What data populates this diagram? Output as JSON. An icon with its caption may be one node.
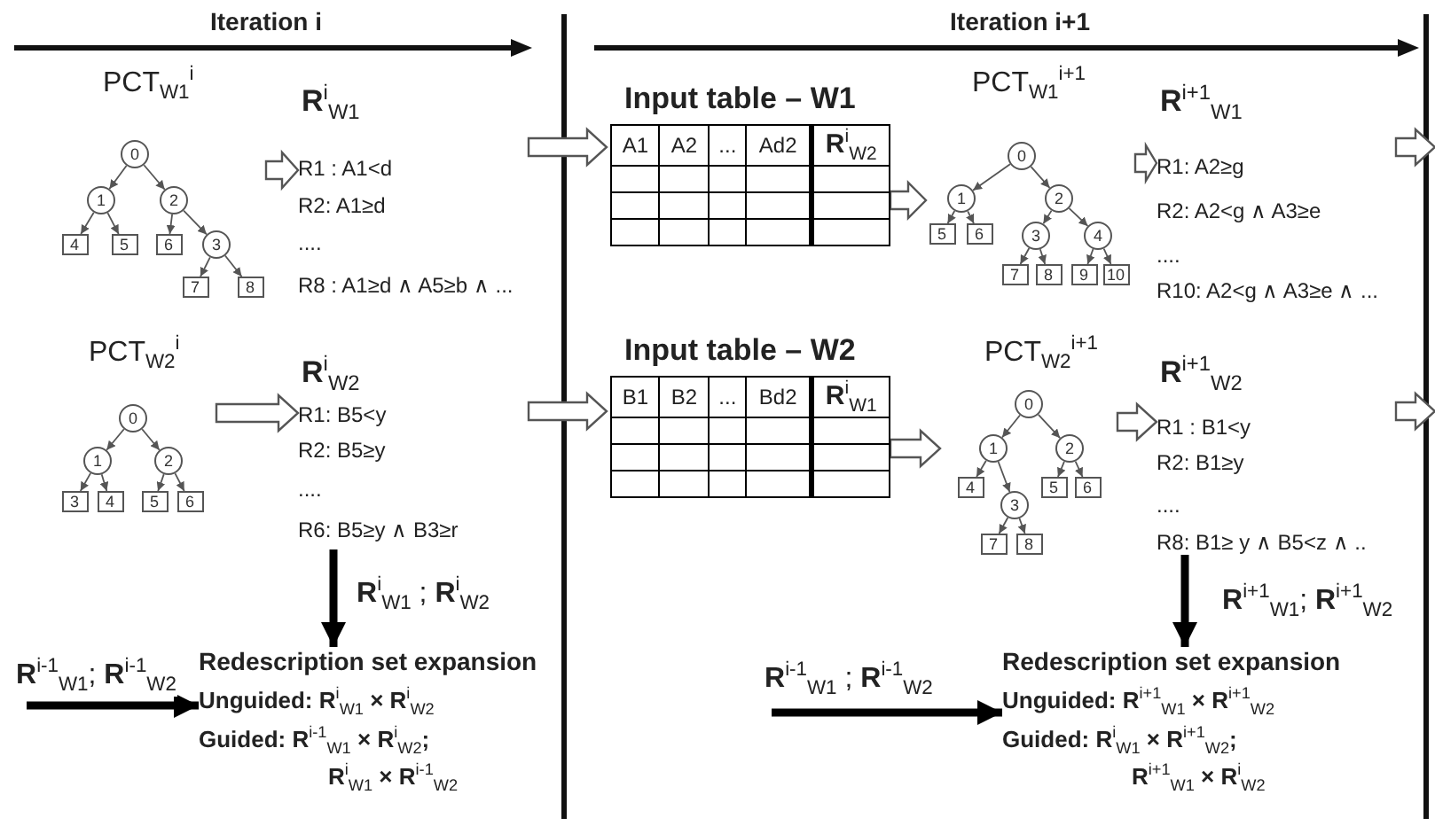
{
  "diagram": {
    "nodes": [
      {
        "text": [
          "PCT$_{W1}$$^{i}$"
        ]
      },
      {
        "text": [
          "0"
        ],
        "in": 0
      },
      {
        "text": [
          "1"
        ],
        "in": 0
      },
      {
        "text": [
          "2"
        ],
        "in": 0
      },
      {
        "text": [
          "4"
        ],
        "in": 0
      },
      {
        "text": [
          "5"
        ],
        "in": 0
      },
      {
        "text": [
          "6"
        ],
        "in": 0
      },
      {
        "text": [
          "3"
        ],
        "in": 0
      },
      {
        "text": [
          "7"
        ],
        "in": 0
      },
      {
        "text": [
          "8"
        ],
        "in": 0
      },
      {
        "text": [
          "**R**$^{i}$$_{W1}$",
          "R1 : A1<d",
          "R2:  A1≥d",
          "....",
          "R8 : A1≥d ∧ A5≥b ∧ ..."
        ]
      },
      {
        "text": [
          "PCT$_{W2}$$^{i}$"
        ]
      },
      {
        "text": [
          "0"
        ],
        "in": 11
      },
      {
        "text": [
          "1"
        ],
        "in": 11
      },
      {
        "text": [
          "2"
        ],
        "in": 11
      },
      {
        "text": [
          "3"
        ],
        "in": 11
      },
      {
        "text": [
          "4"
        ],
        "in": 11
      },
      {
        "text": [
          "5"
        ],
        "in": 11
      },
      {
        "text": [
          "6"
        ],
        "in": 11
      },
      {
        "text": [
          "**R**$^{i}$$_{W2}$",
          "R1:  B5<y",
          "R2:  B5≥y",
          "....",
          "R6: B5≥y ∧ B3≥r"
        ]
      },
      {
        "text": [
          "Redescription set expansion",
          "Unguided: **R**$^{i}$$_{W1}$ × **R**$^{i}$$_{W2}$",
          "Guided: **R**$^{i-1}$$_{W1}$ × **R**$^{i}$$_{W2}$;",
          "**R**$^{i}$$_{W1}$ × **R**$^{i-1}$$_{W2}$"
        ]
      },
      {
        "text": [
          "Input table – W1",
          "A1",
          "A2",
          "...",
          "Ad2",
          "**R**$^{i}$$_{W2}$"
        ]
      },
      {
        "text": [
          "PCT$_{W1}$$^{i+1}$"
        ]
      },
      {
        "text": [
          "0"
        ],
        "in": 22
      },
      {
        "text": [
          "1"
        ],
        "in": 22
      },
      {
        "text": [
          "2"
        ],
        "in": 22
      },
      {
        "text": [
          "5"
        ],
        "in": 22
      },
      {
        "text": [
          "6"
        ],
        "in": 22
      },
      {
        "text": [
          "3"
        ],
        "in": 22
      },
      {
        "text": [
          "4"
        ],
        "in": 22
      },
      {
        "text": [
          "7"
        ],
        "in": 22
      },
      {
        "text": [
          "8"
        ],
        "in": 22
      },
      {
        "text": [
          "9"
        ],
        "in": 22
      },
      {
        "text": [
          "10"
        ],
        "in": 22
      },
      {
        "text": [
          "**R**$^{i+1}$$_{W1}$",
          "R1: A2≥g",
          "R2: A2<g ∧ A3≥e",
          "....",
          "R10: A2<g ∧ A3≥e ∧ ..."
        ]
      },
      {
        "text": [
          "Input table – W2",
          "B1",
          "B2",
          "...",
          "Bd2",
          "**R**$^{i}$$_{W1}$"
        ]
      },
      {
        "text": [
          "PCT$_{W2}$$^{i+1}$"
        ]
      },
      {
        "text": [
          "0"
        ],
        "in": 36
      },
      {
        "text": [
          "1"
        ],
        "in": 36
      },
      {
        "text": [
          "2"
        ],
        "in": 36
      },
      {
        "text": [
          "4"
        ],
        "in": 36
      },
      {
        "text": [
          "5"
        ],
        "in": 36
      },
      {
        "text": [
          "6"
        ],
        "in": 36
      },
      {
        "text": [
          "3"
        ],
        "in": 36
      },
      {
        "text": [
          "7"
        ],
        "in": 36
      },
      {
        "text": [
          "8"
        ],
        "in": 36
      },
      {
        "text": [
          "**R**$^{i+1}$$_{W2}$",
          "R1 : B1<y",
          "R2:  B1≥y",
          "....",
          "R8: B1≥ y ∧ B5<z ∧ .."
        ]
      },
      {
        "text": [
          "Redescription set expansion",
          "Unguided: **R**$^{i+1}$$_{W1}$ × **R**$^{i+1}$$_{W2}$",
          "Guided: **R**$^{i}$$_{W1}$ × **R**$^{i+1}$$_{W2}$;",
          "**R**$^{i+1}$$_{W1}$ × **R**$^{i}$$_{W2}$"
        ]
      }
    ],
    "edges": [
      {
        "from": 1,
        "to": 2,
        "arrow": "to"
      },
      {
        "from": 1,
        "to": 3,
        "arrow": "to"
      },
      {
        "from": 2,
        "to": 4,
        "arrow": "to"
      },
      {
        "from": 2,
        "to": 5,
        "arrow": "to"
      },
      {
        "from": 3,
        "to": 6,
        "arrow": "to"
      },
      {
        "from": 3,
        "to": 7,
        "arrow": "to"
      },
      {
        "from": 7,
        "to": 8,
        "arrow": "to"
      },
      {
        "from": 7,
        "to": 9,
        "arrow": "to"
      },
      {
        "from": 12,
        "to": 13,
        "arrow": "to"
      },
      {
        "from": 12,
        "to": 14,
        "arrow": "to"
      },
      {
        "from": 13,
        "to": 15,
        "arrow": "to"
      },
      {
        "from": 13,
        "to": 16,
        "arrow": "to"
      },
      {
        "from": 14,
        "to": 17,
        "arrow": "to"
      },
      {
        "from": 14,
        "to": 18,
        "arrow": "to"
      },
      {
        "from": 23,
        "to": 24,
        "arrow": "to"
      },
      {
        "from": 23,
        "to": 25,
        "arrow": "to"
      },
      {
        "from": 24,
        "to": 26,
        "arrow": "to"
      },
      {
        "from": 24,
        "to": 27,
        "arrow": "to"
      },
      {
        "from": 25,
        "to": 28,
        "arrow": "to"
      },
      {
        "from": 25,
        "to": 29,
        "arrow": "to"
      },
      {
        "from": 28,
        "to": 30,
        "arrow": "to"
      },
      {
        "from": 28,
        "to": 31,
        "arrow": "to"
      },
      {
        "from": 29,
        "to": 32,
        "arrow": "to"
      },
      {
        "from": 29,
        "to": 33,
        "arrow": "to"
      },
      {
        "from": 37,
        "to": 38,
        "arrow": "to"
      },
      {
        "from": 37,
        "to": 39,
        "arrow": "to"
      },
      {
        "from": 38,
        "to": 40,
        "arrow": "to"
      },
      {
        "from": 38,
        "to": 43,
        "arrow": "to"
      },
      {
        "from": 39,
        "to": 41,
        "arrow": "to"
      },
      {
        "from": 39,
        "to": 42,
        "arrow": "to"
      },
      {
        "from": 43,
        "to": 44,
        "arrow": "to"
      },
      {
        "from": 43,
        "to": 45,
        "arrow": "to"
      },
      {
        "from": 0,
        "to": 10,
        "arrow": "to"
      },
      {
        "from": 11,
        "to": 19,
        "arrow": "to"
      },
      {
        "from": 19,
        "to": 20,
        "arrow": "to",
        "label": "**R**$^{i}$$_{W1}$ ; **R**$^{i}$$_{W2}$",
        "style": "thick",
        "color": "#000000"
      },
      {
        "from": null,
        "to": 20,
        "arrow": "to",
        "label": "**R**$^{i-1}$$_{W1}$;  **R**$^{i-1}$$_{W2}$",
        "style": "thick",
        "color": "#000000"
      },
      {
        "from": null,
        "to": 21,
        "arrow": "to"
      },
      {
        "from": null,
        "to": 35,
        "arrow": "to"
      },
      {
        "from": 21,
        "to": 22,
        "arrow": "to"
      },
      {
        "from": 35,
        "to": 36,
        "arrow": "to"
      },
      {
        "from": 22,
        "to": 34,
        "arrow": "to"
      },
      {
        "from": 36,
        "to": 46,
        "arrow": "to"
      },
      {
        "from": 46,
        "to": 47,
        "arrow": "to",
        "label": "**R**$^{i+1}$$_{W1}$; **R**$^{i+1}$$_{W2}$",
        "style": "thick",
        "color": "#000000"
      },
      {
        "from": null,
        "to": 47,
        "arrow": "to",
        "label": "**R**$^{i-1}$$_{W1}$ ;  **R**$^{i-1}$$_{W2}$",
        "style": "thick",
        "color": "#000000"
      },
      {
        "from": 34,
        "to": null,
        "arrow": "to"
      },
      {
        "from": 46,
        "to": null,
        "arrow": "to"
      }
    ],
    "labels": [
      "Iteration i",
      "Iteration i+1"
    ]
  }
}
